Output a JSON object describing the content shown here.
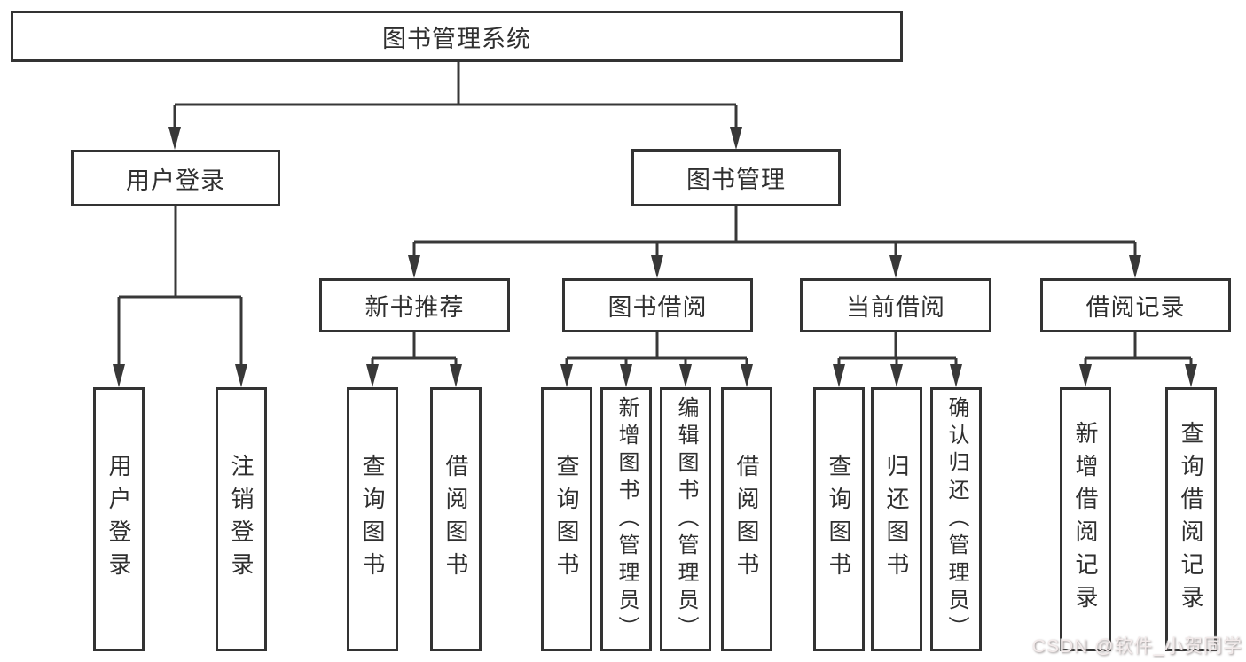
{
  "diagram": {
    "title": "图书管理系统",
    "root": {
      "label": "图书管理系统"
    },
    "level2": [
      {
        "label": "用户登录"
      },
      {
        "label": "图书管理"
      }
    ],
    "level3": [
      {
        "label": "新书推荐",
        "parent": "图书管理"
      },
      {
        "label": "图书借阅",
        "parent": "图书管理"
      },
      {
        "label": "当前借阅",
        "parent": "图书管理"
      },
      {
        "label": "借阅记录",
        "parent": "图书管理"
      }
    ],
    "leaves": [
      {
        "label": "用户登录",
        "parent": "用户登录"
      },
      {
        "label": "注销登录",
        "parent": "用户登录"
      },
      {
        "label": "查询图书",
        "parent": "新书推荐"
      },
      {
        "label": "借阅图书",
        "parent": "新书推荐"
      },
      {
        "label": "查询图书",
        "parent": "图书借阅"
      },
      {
        "label": "新增图书（管理员）",
        "parent": "图书借阅"
      },
      {
        "label": "编辑图书（管理员）",
        "parent": "图书借阅"
      },
      {
        "label": "借阅图书",
        "parent": "图书借阅"
      },
      {
        "label": "查询图书",
        "parent": "当前借阅"
      },
      {
        "label": "归还图书",
        "parent": "当前借阅"
      },
      {
        "label": "确认归还（管理员）",
        "parent": "当前借阅"
      },
      {
        "label": "新增借阅记录",
        "parent": "借阅记录"
      },
      {
        "label": "查询借阅记录",
        "parent": "借阅记录"
      }
    ]
  },
  "watermark": {
    "text": "CSDN @软件_小贺同学"
  },
  "colors": {
    "line": "#383838",
    "box_border": "#333333",
    "text": "#2f2f2f",
    "background": "#ffffff",
    "watermark": "#f3ebeb"
  }
}
